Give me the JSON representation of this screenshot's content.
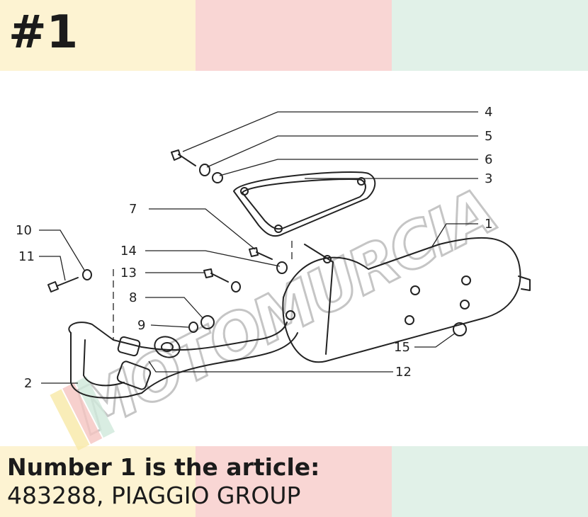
{
  "header": {
    "figure_number": "#1"
  },
  "colors": {
    "band_yellow": "#fdf3d2",
    "band_pink": "#f9d6d4",
    "band_green": "#e1f1e8",
    "text": "#1b1b1b"
  },
  "diagram": {
    "callouts": [
      {
        "id": "1",
        "label": "1"
      },
      {
        "id": "2",
        "label": "2"
      },
      {
        "id": "3",
        "label": "3"
      },
      {
        "id": "4",
        "label": "4"
      },
      {
        "id": "5",
        "label": "5"
      },
      {
        "id": "6",
        "label": "6"
      },
      {
        "id": "7",
        "label": "7"
      },
      {
        "id": "8",
        "label": "8"
      },
      {
        "id": "9",
        "label": "9"
      },
      {
        "id": "10",
        "label": "10"
      },
      {
        "id": "11",
        "label": "11"
      },
      {
        "id": "12",
        "label": "12"
      },
      {
        "id": "13",
        "label": "13"
      },
      {
        "id": "14",
        "label": "14"
      },
      {
        "id": "15",
        "label": "15"
      }
    ],
    "watermark": "MOTOMURCIA"
  },
  "caption": {
    "title": "Number 1 is the article:",
    "detail": "483288, PIAGGIO GROUP"
  }
}
